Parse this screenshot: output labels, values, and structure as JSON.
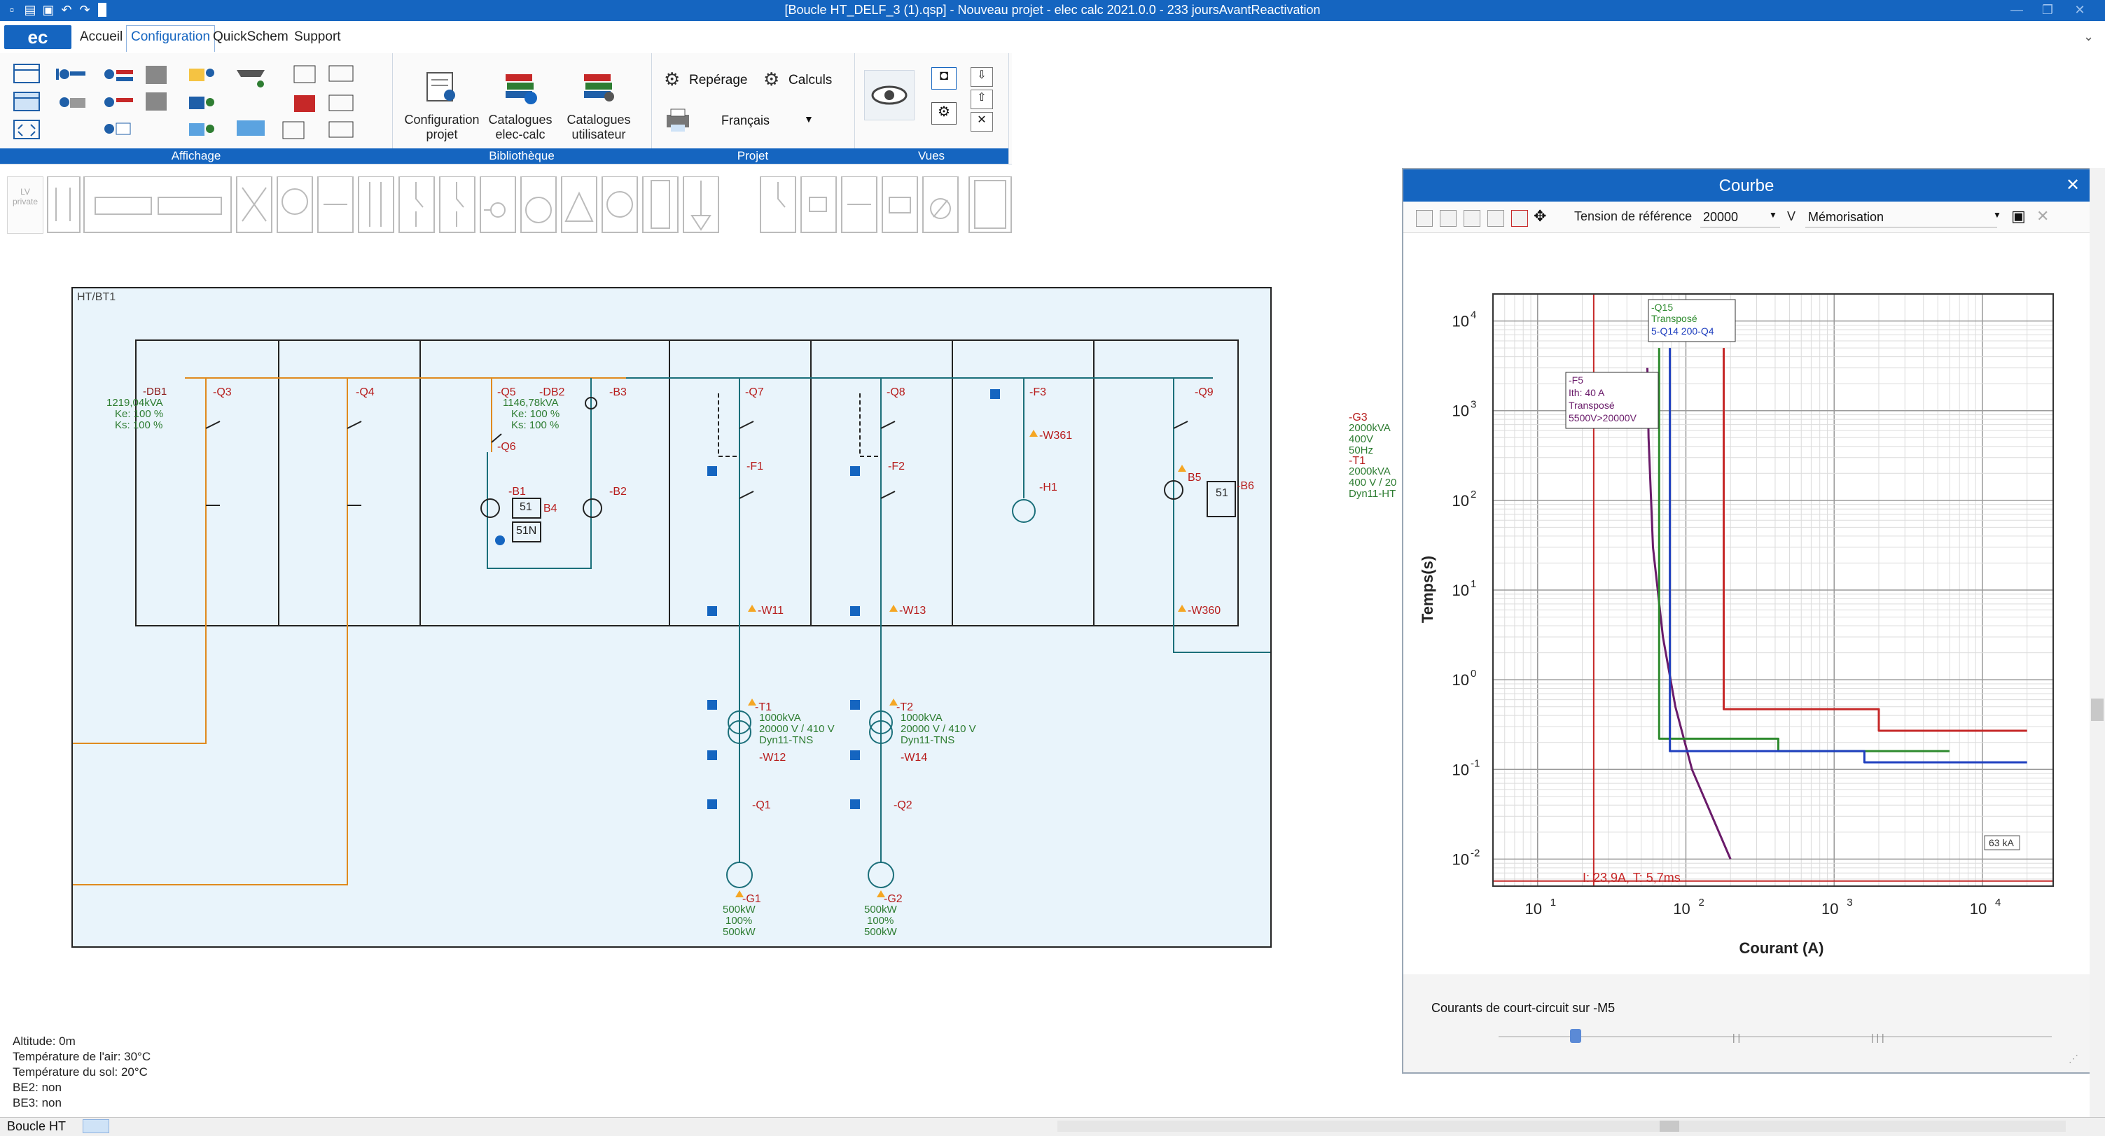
{
  "window": {
    "title": "[Boucle HT_DELF_3 (1).qsp] - Nouveau projet - elec calc 2021.0.0 - 233 joursAvantReactivation"
  },
  "tabs": {
    "logo": "ec",
    "items": [
      "Accueil",
      "Configuration",
      "QuickSchem",
      "Support"
    ],
    "active": "Configuration"
  },
  "ribbon": {
    "groups": {
      "affichage": "Affichage",
      "bibliotheque": "Bibliothèque",
      "projet": "Projet",
      "vues": "Vues"
    },
    "bibliotheque_buttons": [
      {
        "line1": "Configuration",
        "line2": "projet"
      },
      {
        "line1": "Catalogues",
        "line2": "elec-calc"
      },
      {
        "line1": "Catalogues",
        "line2": "utilisateur"
      }
    ],
    "projet": {
      "reperage": "Repérage",
      "calculs": "Calculs",
      "langue": "Français"
    }
  },
  "symbols": {
    "lv_label": "LV\nprivate"
  },
  "diagram": {
    "frame_title": "HT/BT1",
    "labels": {
      "db1": "-DB1",
      "db1_s": "1219,04kVA",
      "db1_ke": "Ke: 100 %",
      "db1_ks": "Ks: 100 %",
      "q3": "-Q3",
      "q4": "-Q4",
      "q5": "-Q5",
      "q6": "-Q6",
      "db2": "-DB2",
      "db2_s": "1146,78kVA",
      "db2_ke": "Ke: 100 %",
      "db2_ks": "Ks: 100 %",
      "b1": "-B1",
      "b4": "B4",
      "b2": "-B2",
      "b3": "-B3",
      "relay_51": "51",
      "relay_51n": "51N",
      "q7": "-Q7",
      "f1": "-F1",
      "w11": "-W11",
      "q8": "-Q8",
      "f2": "-F2",
      "w13": "-W13",
      "f3": "-F3",
      "w361": "-W361",
      "h1": "-H1",
      "q9": "-Q9",
      "b5": "B5",
      "b6": "-B6",
      "relay_51b": "51",
      "w360": "-W360",
      "g3": "-G3",
      "g3_s": "2000kVA",
      "g3_u": "400V",
      "g3_f": "50Hz",
      "t1r": "-T1",
      "t1r_s": "2000kVA",
      "t1r_u": "400 V / 20",
      "t1r_c": "Dyn11-HT",
      "t1": "-T1",
      "t1_s": "1000kVA",
      "t1_u": "20000 V / 410 V",
      "t1_c": "Dyn11-TNS",
      "w12": "-W12",
      "q1": "-Q1",
      "g1": "-G1",
      "g1_p": "500kW",
      "g1_pc": "100%",
      "g1_p2": "500kW",
      "t2": "-T2",
      "t2_s": "1000kVA",
      "t2_u": "20000 V / 410 V",
      "t2_c": "Dyn11-TNS",
      "w14": "-W14",
      "q2": "-Q2",
      "g2": "-G2",
      "g2_p": "500kW",
      "g2_pc": "100%",
      "g2_p2": "500kW"
    }
  },
  "site_info": [
    "Altitude: 0m",
    "Température de l'air: 30°C",
    "Température du sol: 20°C",
    "BE2: non",
    "BE3: non"
  ],
  "bottom": {
    "tab": "Boucle HT"
  },
  "courbe": {
    "title": "Courbe",
    "tension_label": "Tension de référence",
    "tension_value": "20000",
    "tension_unit": "V",
    "memorisation": "Mémorisation",
    "footer_label": "Courants de court-circuit sur -M5",
    "colors": {
      "purple": "#6a1b6a",
      "green": "#2e8b2e",
      "blue": "#1f3fbf",
      "red": "#c62828"
    }
  },
  "chart_data": {
    "type": "line",
    "xlabel": "Courant (A)",
    "ylabel": "Temps(s)",
    "x_scale": "log",
    "y_scale": "log",
    "xlim": [
      5,
      30000
    ],
    "ylim": [
      0.005,
      20000
    ],
    "x_tick_bases": [
      "10",
      "10",
      "10",
      "10"
    ],
    "x_tick_exps": [
      "1",
      "2",
      "3",
      "4"
    ],
    "y_tick_bases": [
      "10",
      "10",
      "10",
      "10",
      "10",
      "10",
      "10"
    ],
    "y_tick_exps": [
      "4",
      "3",
      "2",
      "1",
      "0",
      "-1",
      "-2"
    ],
    "grid": true,
    "series": [
      {
        "color": "purple",
        "points": [
          [
            55,
            3000
          ],
          [
            56,
            500
          ],
          [
            60,
            30
          ],
          [
            70,
            3
          ],
          [
            85,
            0.5
          ],
          [
            110,
            0.1
          ],
          [
            200,
            0.01
          ]
        ]
      },
      {
        "color": "green",
        "points": [
          [
            66,
            5000
          ],
          [
            66,
            0.22
          ],
          [
            420,
            0.22
          ],
          [
            420,
            0.16
          ],
          [
            6000,
            0.16
          ]
        ]
      },
      {
        "color": "blue",
        "points": [
          [
            78,
            5000
          ],
          [
            78,
            0.16
          ],
          [
            1600,
            0.16
          ],
          [
            1600,
            0.12
          ],
          [
            20000,
            0.12
          ]
        ]
      },
      {
        "color": "red",
        "points": [
          [
            180,
            5000
          ],
          [
            180,
            0.47
          ],
          [
            2000,
            0.47
          ],
          [
            2000,
            0.27
          ],
          [
            20000,
            0.27
          ]
        ]
      }
    ],
    "vertical_marker_x": 23.9,
    "annotations": {
      "q15_1": "-Q15",
      "q15_2": "Transposé",
      "q15_3": "5-Q14 200-Q4",
      "f5_1": "-F5",
      "f5_2": "Ith: 40 A",
      "f5_3": "Transposé",
      "f5_4": "5500V>20000V",
      "cursor": "I: 23,9A, T: 5,7ms",
      "icc": "63 kA"
    }
  }
}
